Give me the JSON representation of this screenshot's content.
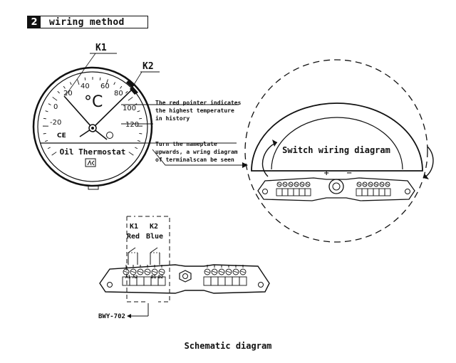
{
  "section": {
    "number": "2",
    "title": "wiring method"
  },
  "gauge": {
    "pointer_k1": "K1",
    "pointer_k2": "K2",
    "scale": [
      "-20",
      "0",
      "20",
      "40",
      "60",
      "80",
      "100",
      "120"
    ],
    "unit": "°C",
    "name": "Oil Thermostat",
    "ce_mark": "CE"
  },
  "annotations": {
    "red_pointer": [
      "The red pointer indicates",
      "the highest temperature",
      "in history"
    ],
    "nameplate": [
      "Turn the nameplate",
      "upwards, a wring diagram",
      "of terminalscan be seen"
    ]
  },
  "zoom": {
    "switch_label": "Switch wiring diagram"
  },
  "schematic": {
    "k1": "K1",
    "k1_color": "Red",
    "k2": "K2",
    "k2_color": "Blue",
    "term_left": [
      "A1",
      "A2"
    ],
    "term_right": [
      "B1",
      "B2"
    ],
    "model": "BWY-702",
    "caption": "Schematic diagram"
  }
}
